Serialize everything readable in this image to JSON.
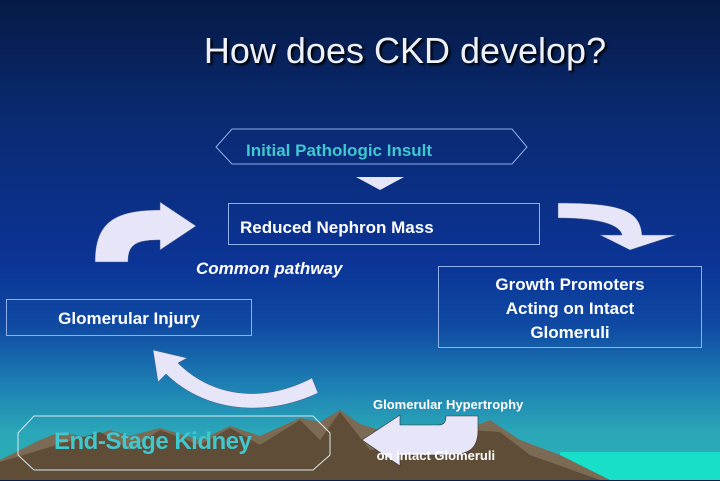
{
  "slide": {
    "title": "How does CKD develop?",
    "nodes": {
      "initial_insult": "Initial Pathologic Insult",
      "reduced_nephron_mass": "Reduced Nephron Mass",
      "common_pathway": "Common pathway",
      "growth_promoters": [
        "Growth Promoters",
        "Acting on Intact",
        "Glomeruli"
      ],
      "glomerular_injury": "Glomerular Injury",
      "glomerular_hypertrophy": [
        "Glomerular Hypertrophy",
        " on intact Glomeruli"
      ],
      "end_stage_kidney": "End-Stage Kidney"
    },
    "colors": {
      "accent_text": "#3ec8d0",
      "arrow_fill": "#e6e6f8",
      "box_border": "#8fb0e8"
    }
  }
}
